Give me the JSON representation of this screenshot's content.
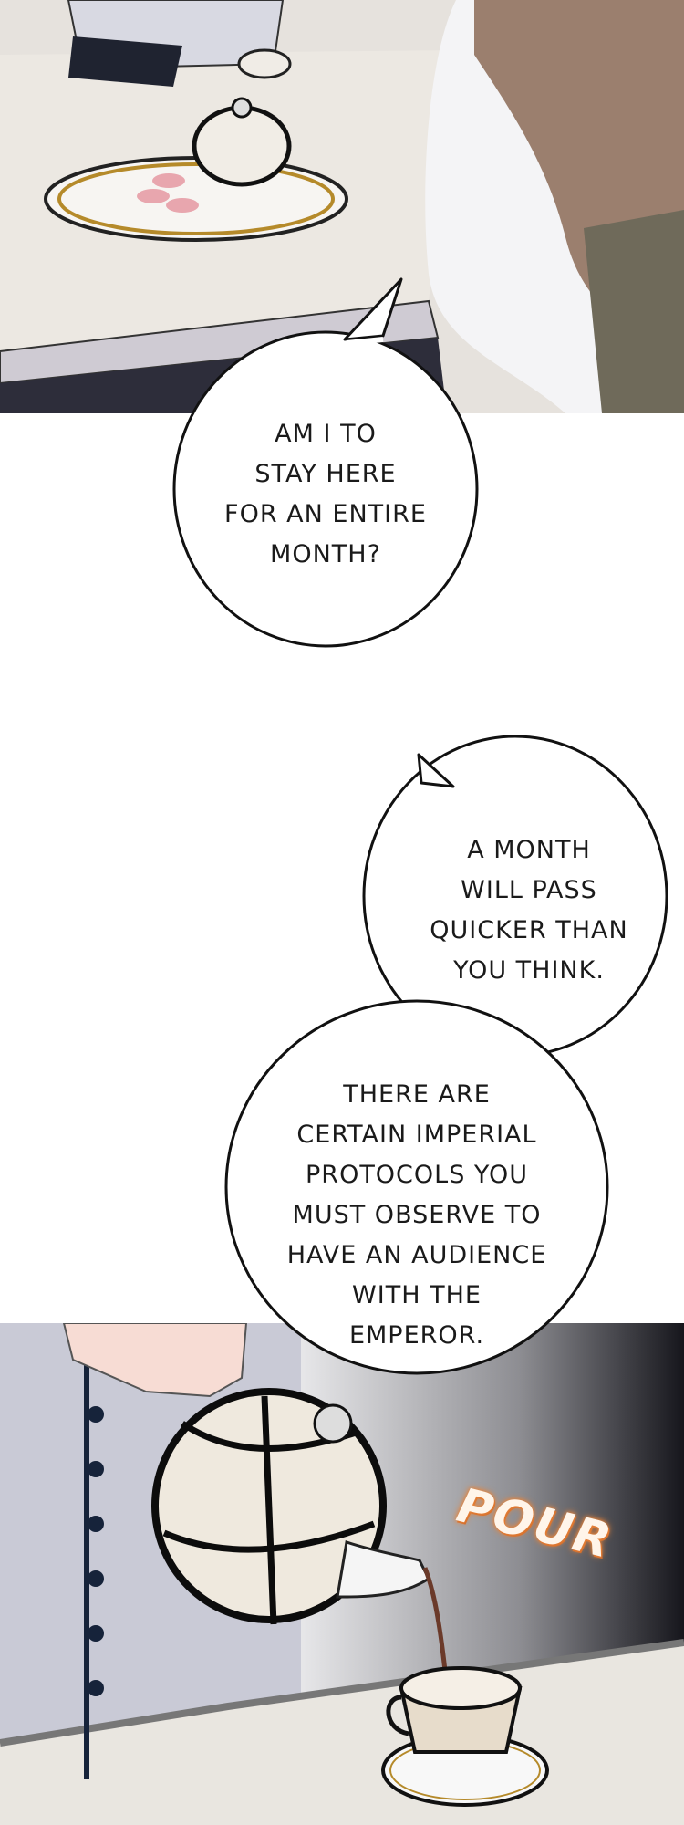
{
  "bubbles": [
    {
      "lines": [
        "AM I TO",
        "STAY HERE",
        "FOR AN ENTIRE",
        "MONTH?"
      ]
    },
    {
      "lines": [
        "A MONTH",
        "WILL PASS",
        "QUICKER THAN",
        "YOU THINK."
      ]
    },
    {
      "lines": [
        "THERE ARE",
        "CERTAIN IMPERIAL",
        "PROTOCOLS YOU",
        "MUST OBSERVE TO",
        "HAVE AN AUDIENCE",
        "WITH THE",
        "EMPEROR."
      ]
    }
  ],
  "sfx": "POUR",
  "colors": {
    "sfx_glow": "#e8843a",
    "tea": "#6b3a2a",
    "coat": "#c9cad6"
  }
}
